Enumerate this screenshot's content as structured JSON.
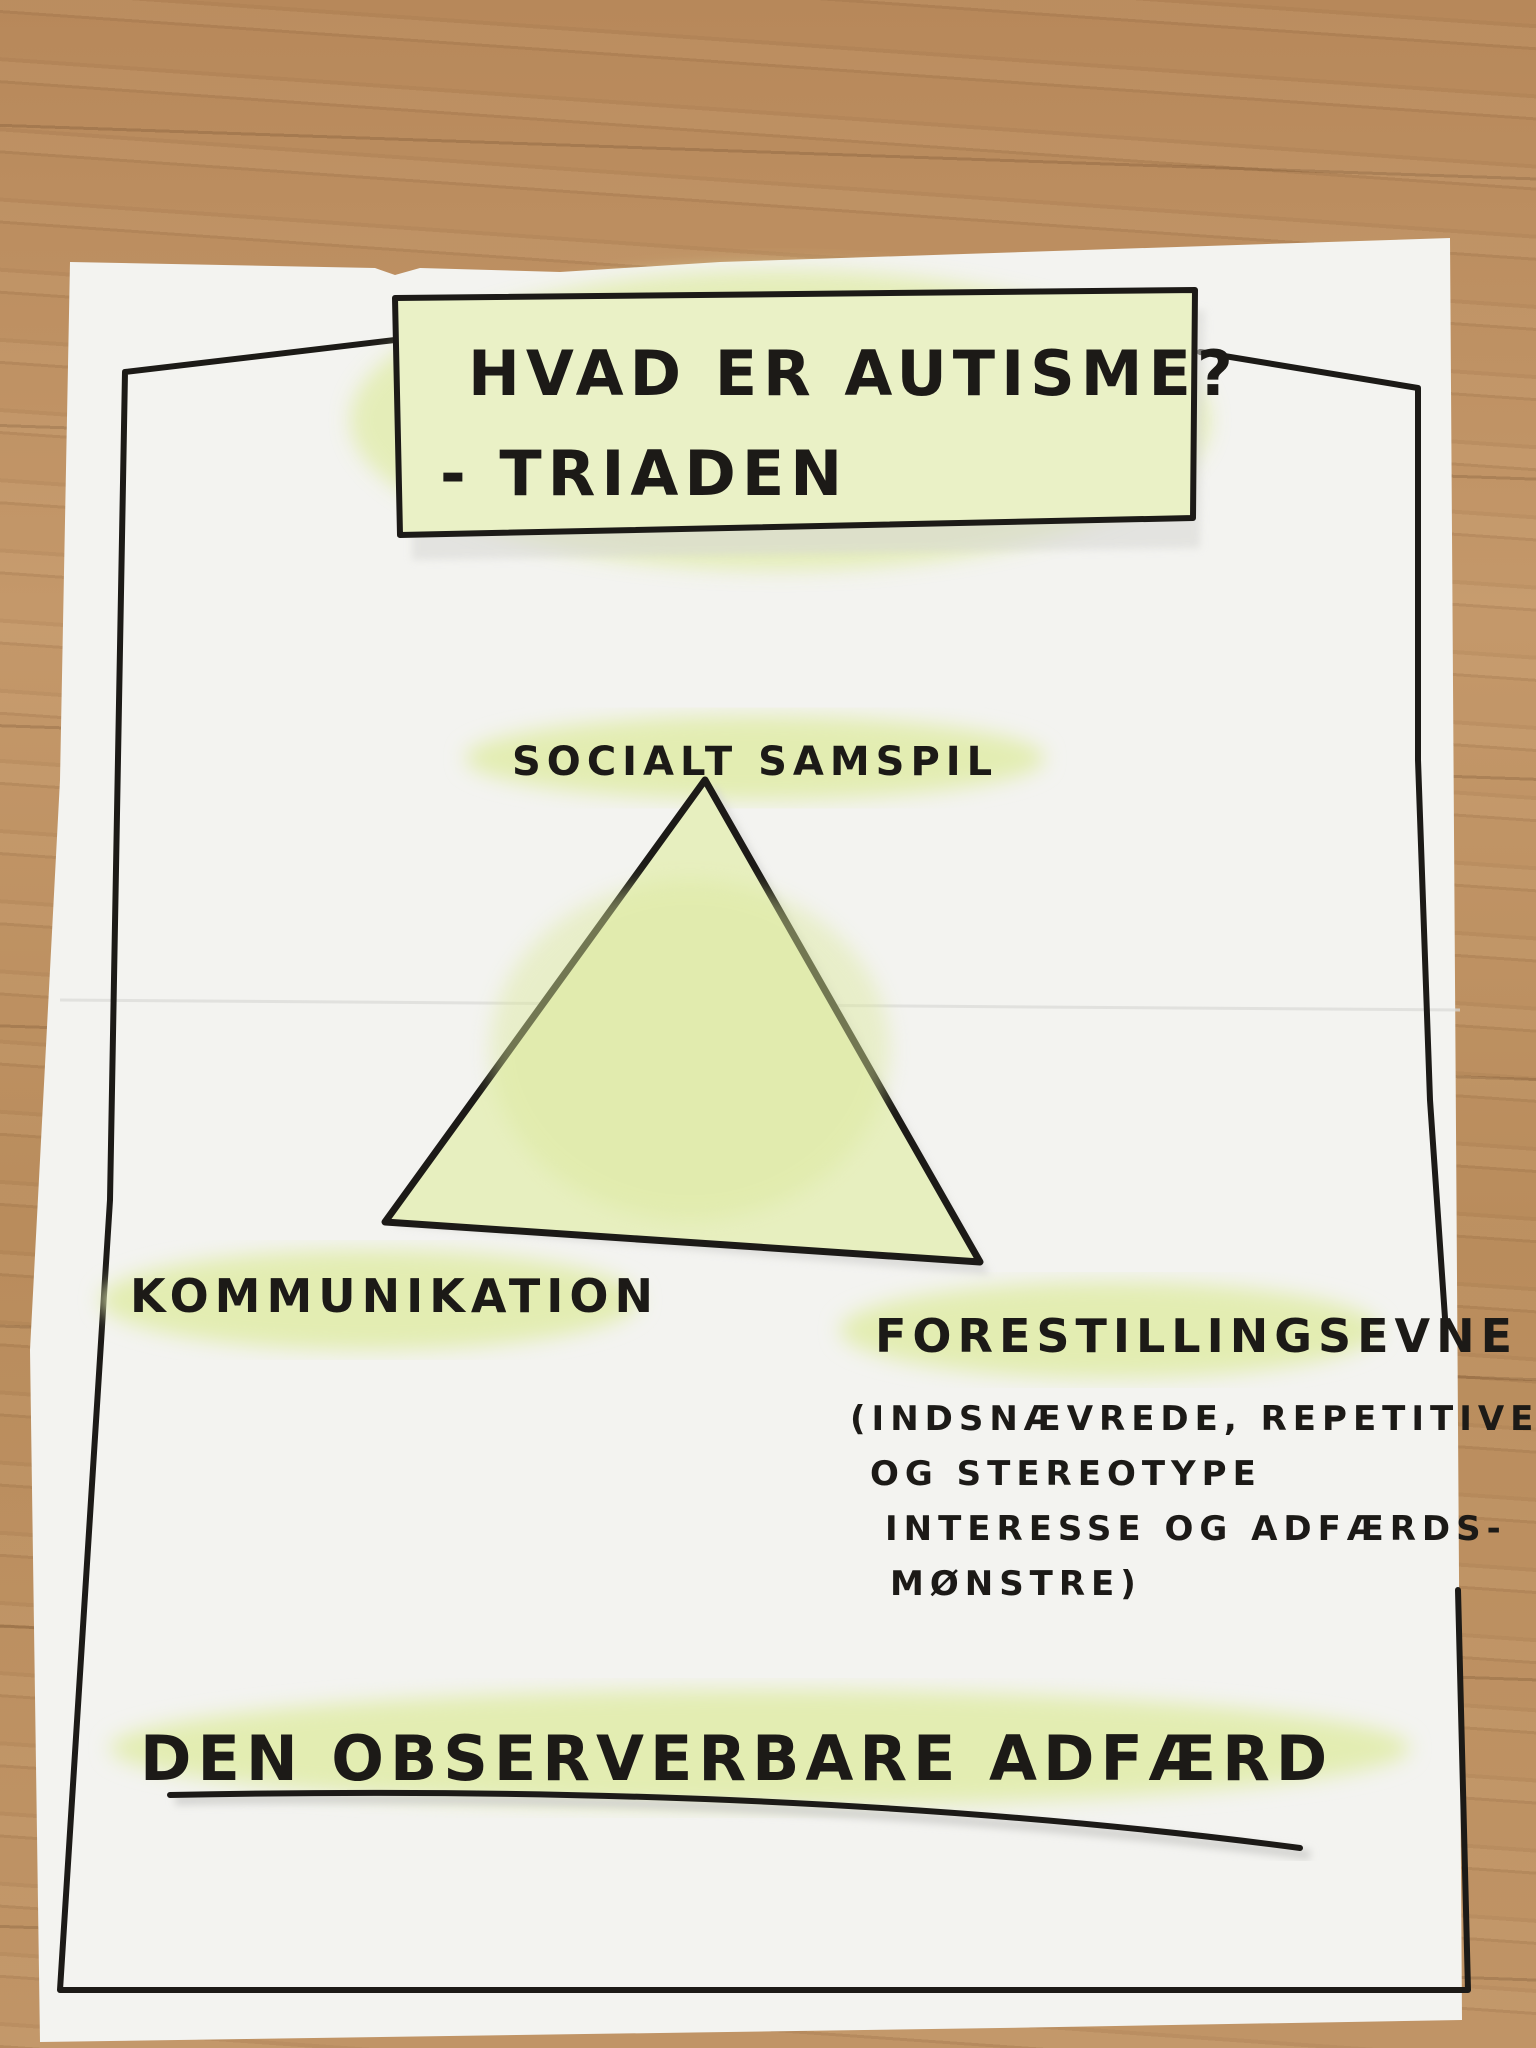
{
  "title": {
    "line1": "HVAD ER AUTISME?",
    "line2": "- TRIADEN"
  },
  "triad": {
    "top": "SOCIALT SAMSPIL",
    "left": "KOMMUNIKATION",
    "right": "FORESTILLINGSEVNE",
    "right_note": [
      "(INDSNÆVREDE, REPETITIVE",
      "OG STEREOTYPE",
      "INTERESSE OG ADFÆRDS-",
      "MØNSTRE)"
    ]
  },
  "footer": "DEN OBSERVERBARE ADFÆRD",
  "colors": {
    "paper": "#f4f4f1",
    "ink": "#1c1a17",
    "highlight": "#e3edb2",
    "wood": "#b98b5b"
  }
}
